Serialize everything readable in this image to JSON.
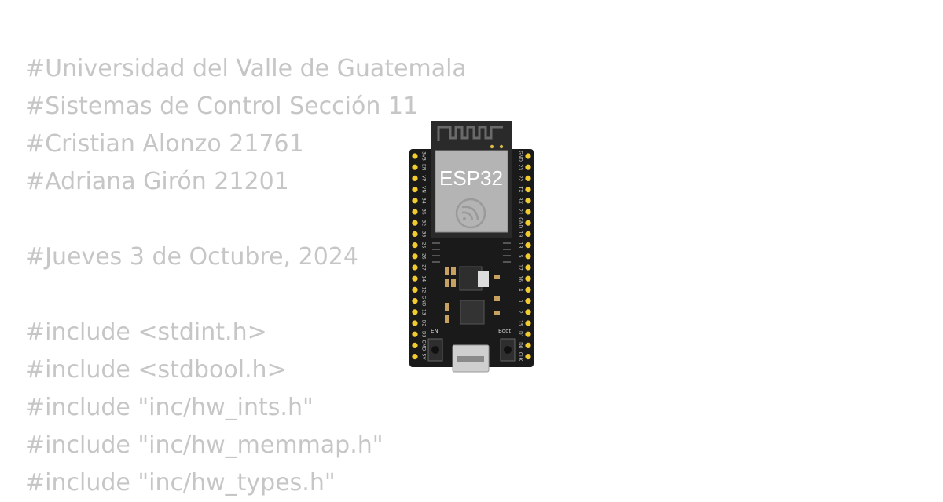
{
  "code_lines": [
    "#Universidad del Valle de Guatemala",
    "#Sistemas de Control Sección 11",
    "#Cristian Alonzo 21761",
    "#Adriana Girón 21201",
    "",
    "#Jueves 3 de Octubre, 2024",
    "",
    "#include <stdint.h>",
    "#include <stdbool.h>",
    "#include \"inc/hw_ints.h\"",
    "#include \"inc/hw_memmap.h\"",
    "#include \"inc/hw_types.h\""
  ],
  "board": {
    "chip_label": "ESP32",
    "left_pins": [
      "3V3",
      "EN",
      "VP",
      "VN",
      "34",
      "35",
      "32",
      "33",
      "25",
      "26",
      "27",
      "14",
      "12",
      "GND",
      "13",
      "D2",
      "D3",
      "CMD",
      "5V"
    ],
    "right_pins": [
      "GND",
      "23",
      "22",
      "TX",
      "RX",
      "21",
      "GND",
      "19",
      "18",
      "5",
      "17",
      "16",
      "4",
      "0",
      "2",
      "15",
      "D1",
      "D0",
      "CLK"
    ],
    "button_en_label": "EN",
    "button_boot_label": "Boot",
    "colors": {
      "pcb": "#1a1a1a",
      "pin_gold": "#f2cc2e",
      "module_shield": "#b4b4b4",
      "usb": "#cfcfcf"
    }
  }
}
